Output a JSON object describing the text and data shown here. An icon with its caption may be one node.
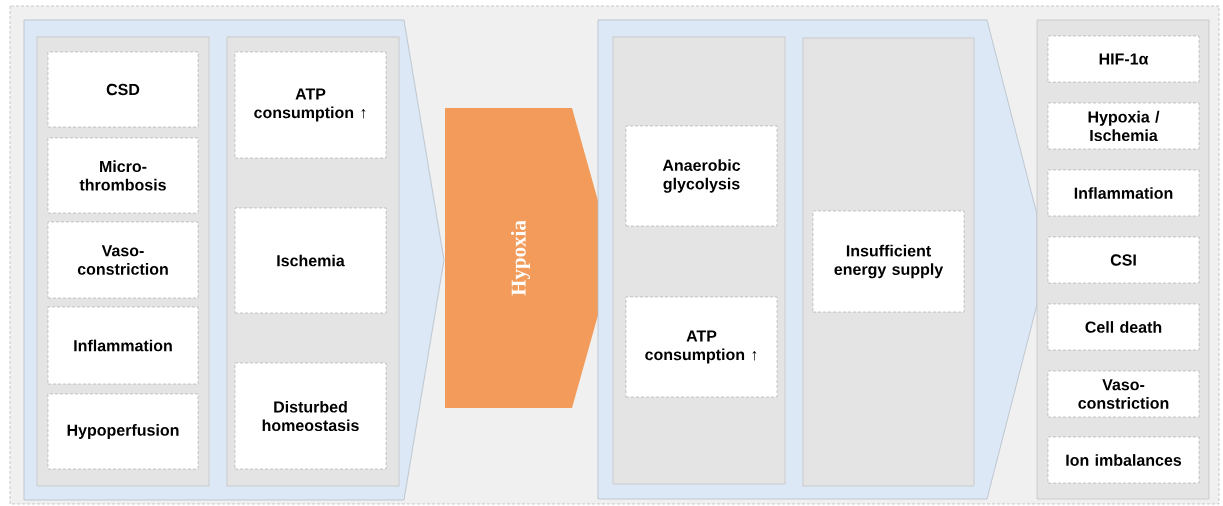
{
  "diagram": {
    "nodes": [
      {
        "text": [],
        "shape": "chevron"
      },
      {
        "text": [],
        "shape": "box",
        "in": 0
      },
      {
        "text": [
          "CSD"
        ],
        "in": 1
      },
      {
        "text": [
          "Micro-thrombosis"
        ],
        "in": 1
      },
      {
        "text": [
          "Vaso-constriction"
        ],
        "in": 1
      },
      {
        "text": [
          "Inflammation"
        ],
        "in": 1
      },
      {
        "text": [
          "Hypoperfusion"
        ],
        "in": 1
      },
      {
        "text": [],
        "shape": "box",
        "in": 0
      },
      {
        "text": [
          "ATP consumption ↑"
        ],
        "in": 7
      },
      {
        "text": [
          "Ischemia"
        ],
        "in": 7
      },
      {
        "text": [
          "Disturbed homeostasis"
        ],
        "in": 7
      },
      {
        "text": [
          "Hypoxia"
        ]
      },
      {
        "text": [],
        "shape": "chevron"
      },
      {
        "text": [],
        "shape": "box",
        "in": 12
      },
      {
        "text": [
          "Anaerobic glycolysis"
        ],
        "in": 13
      },
      {
        "text": [
          "ATP consumption ↑"
        ],
        "in": 13
      },
      {
        "text": [],
        "shape": "box",
        "in": 12
      },
      {
        "text": [
          "Insufficient energy supply"
        ],
        "in": 16
      },
      {
        "text": [],
        "shape": "box"
      },
      {
        "text": [
          "HIF-1α"
        ],
        "in": 18
      },
      {
        "text": [
          "Hypoxia / Ischemia"
        ],
        "in": 18
      },
      {
        "text": [
          "Inflammation"
        ],
        "in": 18
      },
      {
        "text": [
          "CSI"
        ],
        "in": 18
      },
      {
        "text": [
          "Cell death"
        ],
        "in": 18
      },
      {
        "text": [
          "Vaso-constriction"
        ],
        "in": 18
      },
      {
        "text": [
          "Ion imbalances"
        ],
        "in": 18
      }
    ]
  }
}
